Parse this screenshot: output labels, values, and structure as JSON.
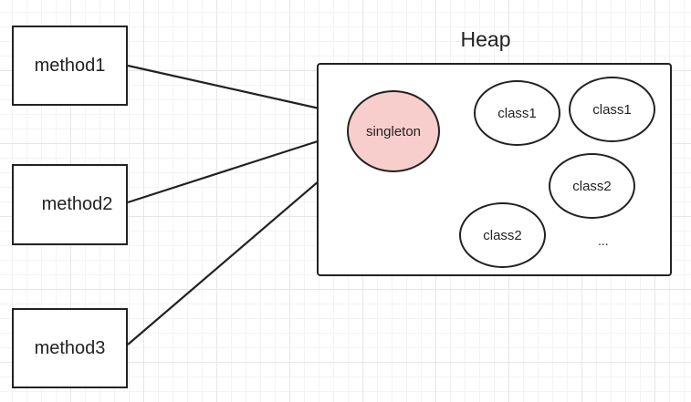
{
  "heap": {
    "title": "Heap",
    "objects": {
      "singleton": "singleton",
      "class1_a": "class1",
      "class1_b": "class1",
      "class2_a": "class2",
      "class2_b": "class2",
      "more": "..."
    }
  },
  "methods": {
    "m1": "method1",
    "m2": "method2",
    "m3": "method3"
  },
  "colors": {
    "singleton_fill": "#f8cecc",
    "stroke": "#222222"
  }
}
